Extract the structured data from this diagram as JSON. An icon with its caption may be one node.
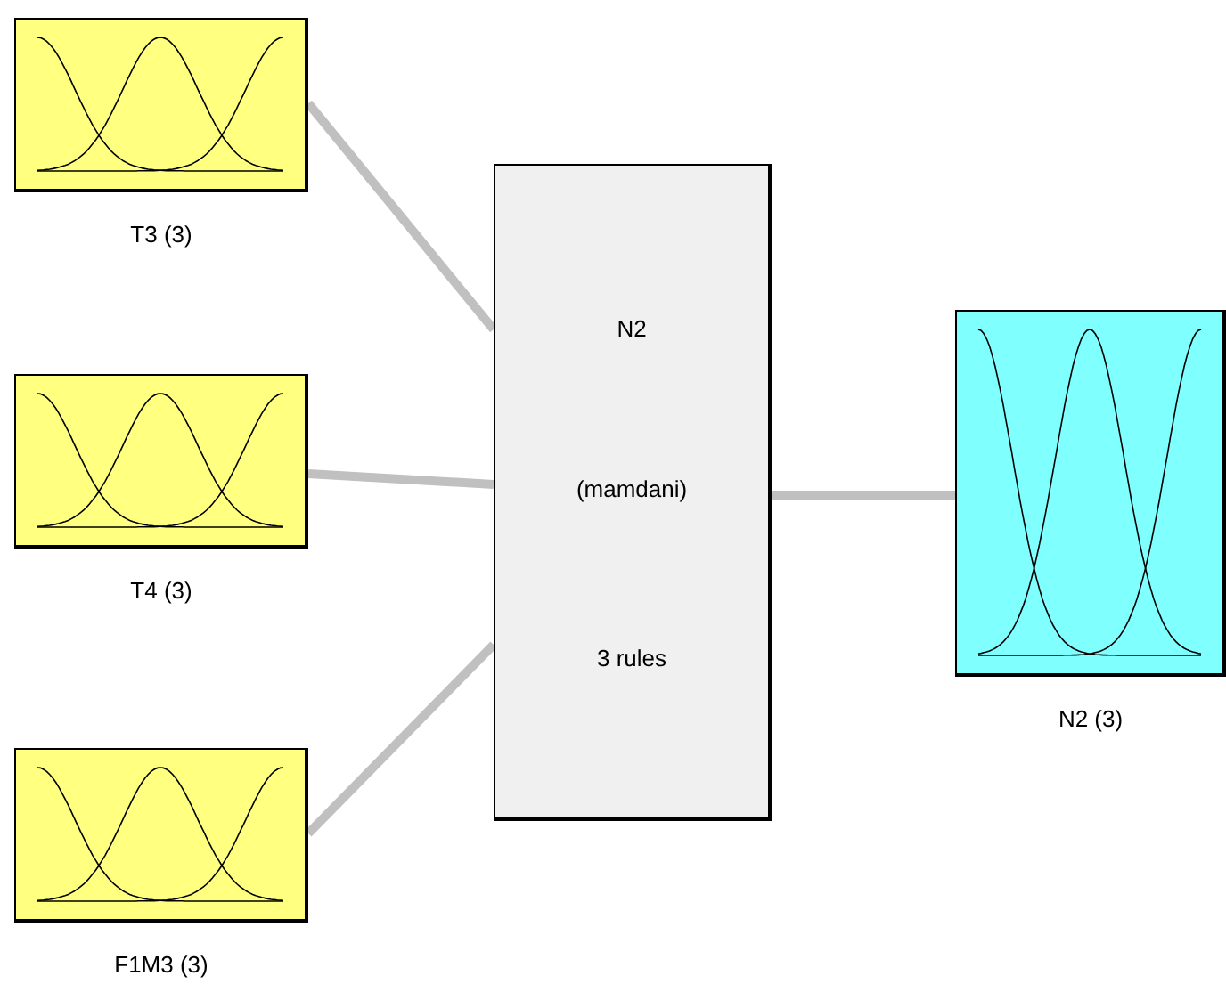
{
  "diagram": {
    "nodes": [
      {
        "text": [],
        "shape": "box",
        "beside": [
          "T3 (3)"
        ]
      },
      {
        "text": [],
        "shape": "box",
        "beside": [
          "T4 (3)"
        ]
      },
      {
        "text": [],
        "shape": "box",
        "beside": [
          "F1M3 (3)"
        ]
      },
      {
        "text": [
          "N2",
          "(mamdani)",
          "3 rules"
        ]
      },
      {
        "text": [],
        "shape": "box",
        "beside": [
          "N2 (3)"
        ]
      }
    ],
    "edges": [
      {
        "from": 0,
        "to": 3,
        "arrow": "none"
      },
      {
        "from": 1,
        "to": 3,
        "arrow": "none"
      },
      {
        "from": 2,
        "to": 3,
        "arrow": "none"
      },
      {
        "from": 3,
        "to": 4,
        "arrow": "none"
      }
    ]
  }
}
